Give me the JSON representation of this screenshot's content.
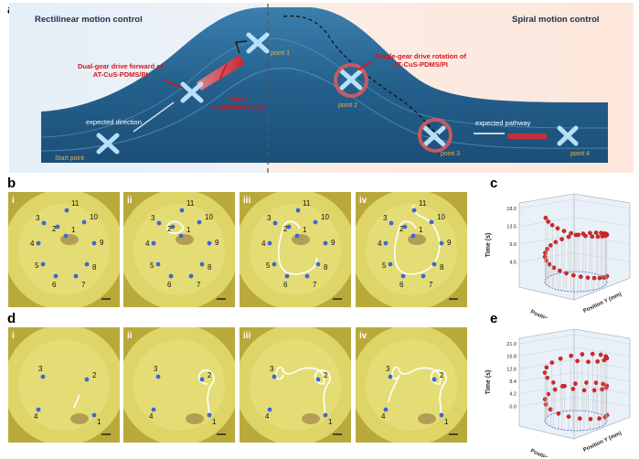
{
  "panel_a": {
    "label": "a",
    "left_title": "Rectilinear motion control",
    "right_title": "Spiral motion control",
    "dual_gear_label": "Dual-gear drive forward of",
    "dual_gear_material": "AT-CuS-PDMS/PI",
    "single_gear_label": "Single-gear drive rotation of",
    "single_gear_material": "AT-CuS-PDMS/PI",
    "laser_label_1": "Laser",
    "laser_label_2": "irradiation route",
    "expected_direction": "expected direction",
    "expected_pathway": "expected pathway",
    "start_point": "Start point",
    "point1": "point 1",
    "point2": "point 2",
    "point3": "point 3",
    "point4": "point 4",
    "colors": {
      "laser": "#e0282e",
      "water": "#2d6f9c",
      "label_red": "#d8131b"
    }
  },
  "panel_b": {
    "label": "b",
    "subpanels": [
      "i",
      "ii",
      "iii",
      "iv"
    ],
    "points": [
      "1",
      "2",
      "3",
      "4",
      "5",
      "6",
      "7",
      "8",
      "9",
      "10",
      "11"
    ]
  },
  "panel_c": {
    "label": "c"
  },
  "panel_d": {
    "label": "d",
    "subpanels": [
      "i",
      "ii",
      "iii",
      "iv"
    ],
    "points": [
      "1",
      "2",
      "3",
      "4"
    ]
  },
  "panel_e": {
    "label": "e"
  },
  "chart_data": [
    {
      "type": "scatter",
      "title": "",
      "zlabel": "Time (s)",
      "xlabel": "Position X (mm)",
      "ylabel": "Position Y (mm)",
      "z_ticks": [
        "4.5",
        "9.0",
        "13.5",
        "18.0"
      ],
      "grid": true
    },
    {
      "type": "scatter",
      "title": "",
      "zlabel": "Time (s)",
      "xlabel": "Position X (mm)",
      "ylabel": "Position Y (mm)",
      "z_ticks": [
        "0.0",
        "4.2",
        "8.4",
        "12.6",
        "16.8",
        "21.0"
      ],
      "grid": true
    }
  ]
}
